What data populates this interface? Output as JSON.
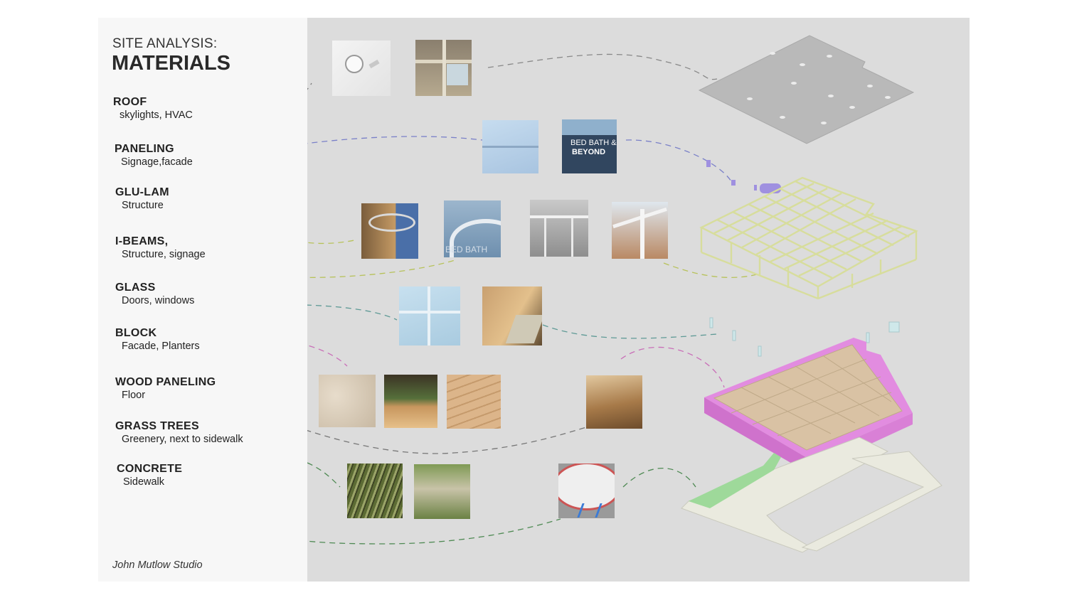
{
  "header": {
    "title_line1": "SITE ANALYSIS:",
    "title_line2": "MATERIALS"
  },
  "categories": [
    {
      "name": "ROOF",
      "sub": "skylights, HVAC"
    },
    {
      "name": "PANELING",
      "sub": "Signage,facade"
    },
    {
      "name": "GLU-LAM",
      "sub": "Structure"
    },
    {
      "name": "I-BEAMS,",
      "sub": "Structure, signage"
    },
    {
      "name": "GLASS",
      "sub": "Doors, windows"
    },
    {
      "name": "BLOCK",
      "sub": "Facade, Planters"
    },
    {
      "name": "WOOD PANELING",
      "sub": "Floor"
    },
    {
      "name": "GRASS TREES",
      "sub": "Greenery, next to sidewalk"
    },
    {
      "name": "CONCRETE",
      "sub": "Sidewalk"
    }
  ],
  "photos": {
    "signage_text_1": "BED BATH &",
    "signage_text_2": "BEYOND",
    "arch_text": "BED BATH"
  },
  "footer": {
    "credit": "John Mutlow Studio"
  },
  "colors": {
    "board": "#dcdcdc",
    "sidebar": "#f7f7f7",
    "roof_plate": "#b9b9b9",
    "structure": "#d7dd9c",
    "signage": "#9f90e0",
    "walls": "#e28ce0",
    "floor": "#d9c2a4",
    "sidewalk": "#9ed99a"
  }
}
